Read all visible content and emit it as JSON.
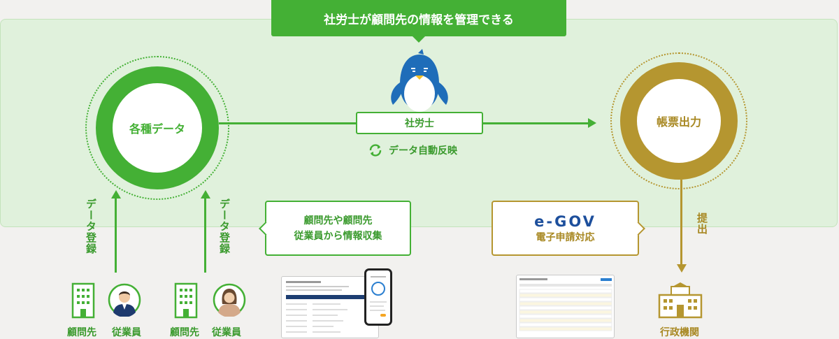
{
  "banner": {
    "title": "社労士が顧問先の情報を管理できる"
  },
  "nodes": {
    "data_circle": "各種データ",
    "output_circle": "帳票出力"
  },
  "center": {
    "role_label": "社労士",
    "sync_label": "データ自動反映"
  },
  "registration": {
    "left_label": "データ登録",
    "right_label": "データ登録"
  },
  "submit_label": "提出",
  "callouts": {
    "collect": {
      "line1": "顧問先や顧問先",
      "line2": "従業員から情報収集"
    },
    "egov": {
      "logo": "e-GOV",
      "line1": "電子申請対応"
    }
  },
  "bottom": {
    "client1": "顧問先",
    "employee1": "従業員",
    "client2": "顧問先",
    "employee2": "従業員",
    "agency": "行政機関"
  },
  "colors": {
    "green": "#44b035",
    "gold": "#b59630",
    "panel": "#e0f1dc",
    "egov_blue": "#1d4f9c"
  }
}
